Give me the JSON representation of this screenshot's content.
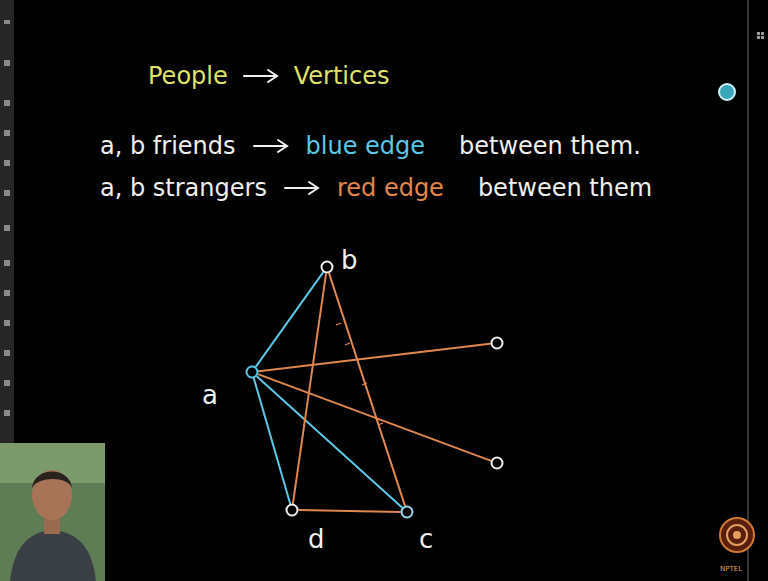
{
  "diagram": {
    "nodes": [
      {
        "text": [
          "b"
        ]
      },
      {
        "text": [
          "a"
        ]
      },
      {
        "text": []
      },
      {
        "text": []
      },
      {
        "text": [
          "d"
        ]
      },
      {
        "text": [
          "c"
        ]
      }
    ],
    "edges": [
      {
        "from": 1,
        "to": 0,
        "arrow": "none"
      },
      {
        "from": 1,
        "to": 2,
        "arrow": "none"
      },
      {
        "from": 1,
        "to": 3,
        "arrow": "none"
      },
      {
        "from": 1,
        "to": 4,
        "arrow": "none"
      },
      {
        "from": 1,
        "to": 5,
        "arrow": "none"
      },
      {
        "from": 0,
        "to": 4,
        "arrow": "none"
      },
      {
        "from": 0,
        "to": 5,
        "arrow": "none"
      },
      {
        "from": 4,
        "to": 5,
        "arrow": "none"
      }
    ],
    "labels": [
      "People",
      "Vertices",
      "a, b friends",
      "blue edge",
      "between them.",
      "a, b strangers",
      "red edge",
      "between them",
      "NPTEL"
    ]
  }
}
